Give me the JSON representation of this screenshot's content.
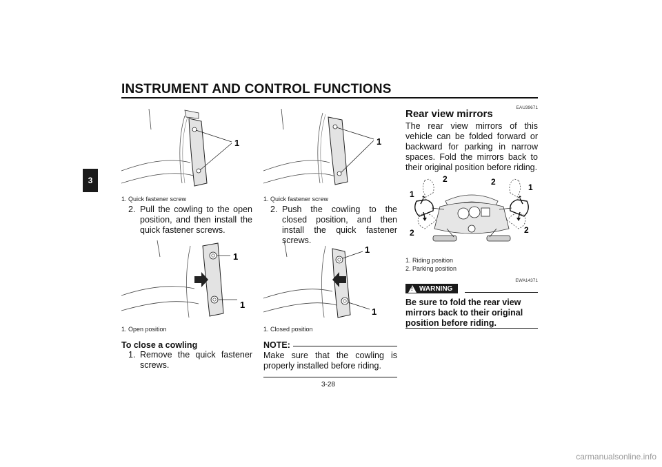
{
  "header": {
    "title": "INSTRUMENT AND CONTROL FUNCTIONS"
  },
  "chapter_tab": "3",
  "col1": {
    "fig1": {
      "callout": "1",
      "caption": "1. Quick fastener screw"
    },
    "step2": {
      "num": "2.",
      "text": "Pull the cowling to the open position, and then install the quick fastener screws."
    },
    "fig2": {
      "callout_top": "1",
      "callout_bottom": "1",
      "caption": "1. Open position"
    },
    "subheading": "To close a cowling",
    "step1": {
      "num": "1.",
      "text": "Remove the quick fastener screws."
    }
  },
  "col2": {
    "fig1": {
      "callout": "1",
      "caption": "1. Quick fastener screw"
    },
    "step2": {
      "num": "2.",
      "text": "Push the cowling to the closed position, and then install the quick fastener screws."
    },
    "fig2": {
      "callout_top": "1",
      "callout_bottom": "1",
      "caption": "1. Closed position"
    },
    "note": {
      "label": "NOTE:",
      "text": "Make sure that the cowling is properly installed before riding."
    }
  },
  "col3": {
    "code1": "EAU39671",
    "title": "Rear view mirrors",
    "paragraph": "The rear view mirrors of this vehicle can be folded forward or backward for parking in narrow spaces. Fold the mirrors back to their original position before riding.",
    "mirror_fig": {
      "labels": {
        "l1": "1",
        "l2": "2",
        "l3": "2",
        "r1": "2",
        "r2": "1",
        "r3": "2"
      },
      "caption1": "1. Riding position",
      "caption2": "2. Parking position"
    },
    "code2": "EWA14371",
    "warning_label": "WARNING",
    "warning_text": "Be sure to fold the rear view mirrors back to their original position before riding."
  },
  "page_number": "3-28",
  "watermark": "carmanualsonline.info"
}
